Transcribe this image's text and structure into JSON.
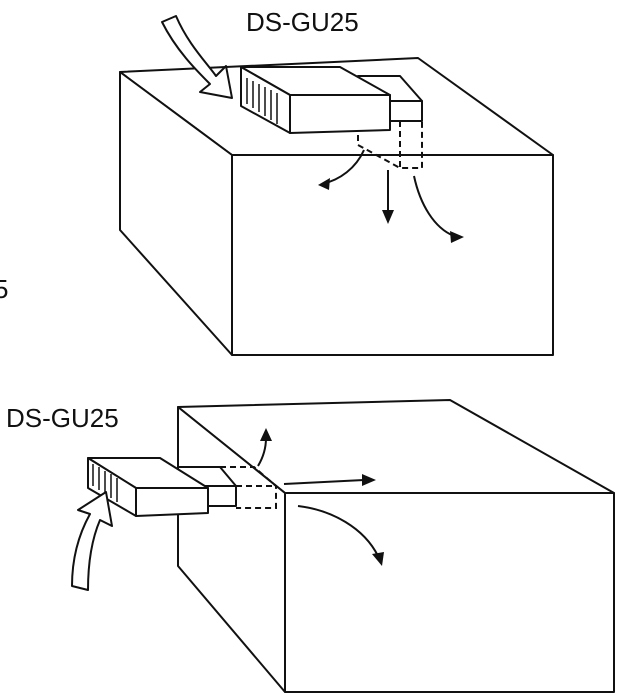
{
  "labels": {
    "top_device": "DS-GU25",
    "bottom_device": "DS-GU25",
    "left_edge_fragment": "5"
  },
  "colors": {
    "line": "#111111",
    "background": "#ffffff"
  },
  "icons": {
    "intake_arrow": "curved-block-arrow",
    "airflow_arrow": "curved-line-arrow"
  }
}
